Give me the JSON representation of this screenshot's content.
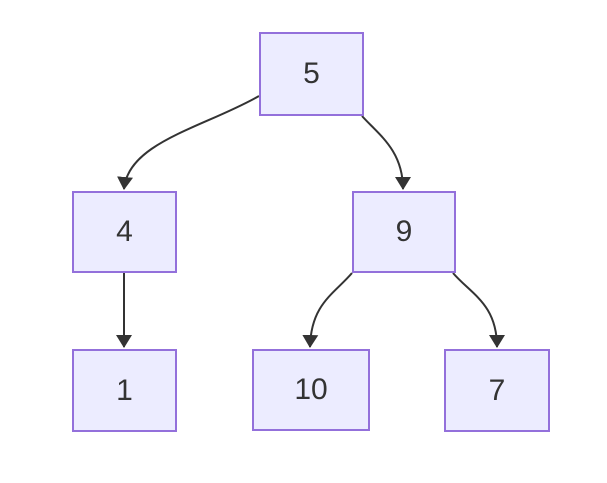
{
  "diagram": {
    "type": "flowchart-binary-tree",
    "orientation": "top-down",
    "colors": {
      "node_fill": "#ECECFF",
      "node_border": "#9370DB",
      "edge": "#333333",
      "text": "#333333",
      "background": "#FFFFFF"
    },
    "nodes": [
      {
        "id": "5",
        "label": "5",
        "row": 0
      },
      {
        "id": "4",
        "label": "4",
        "row": 1
      },
      {
        "id": "9",
        "label": "9",
        "row": 1
      },
      {
        "id": "1",
        "label": "1",
        "row": 2
      },
      {
        "id": "10",
        "label": "10",
        "row": 2
      },
      {
        "id": "7",
        "label": "7",
        "row": 2
      }
    ],
    "edges": [
      {
        "from": "5",
        "to": "4"
      },
      {
        "from": "5",
        "to": "9"
      },
      {
        "from": "4",
        "to": "1"
      },
      {
        "from": "9",
        "to": "10"
      },
      {
        "from": "9",
        "to": "7"
      }
    ]
  }
}
